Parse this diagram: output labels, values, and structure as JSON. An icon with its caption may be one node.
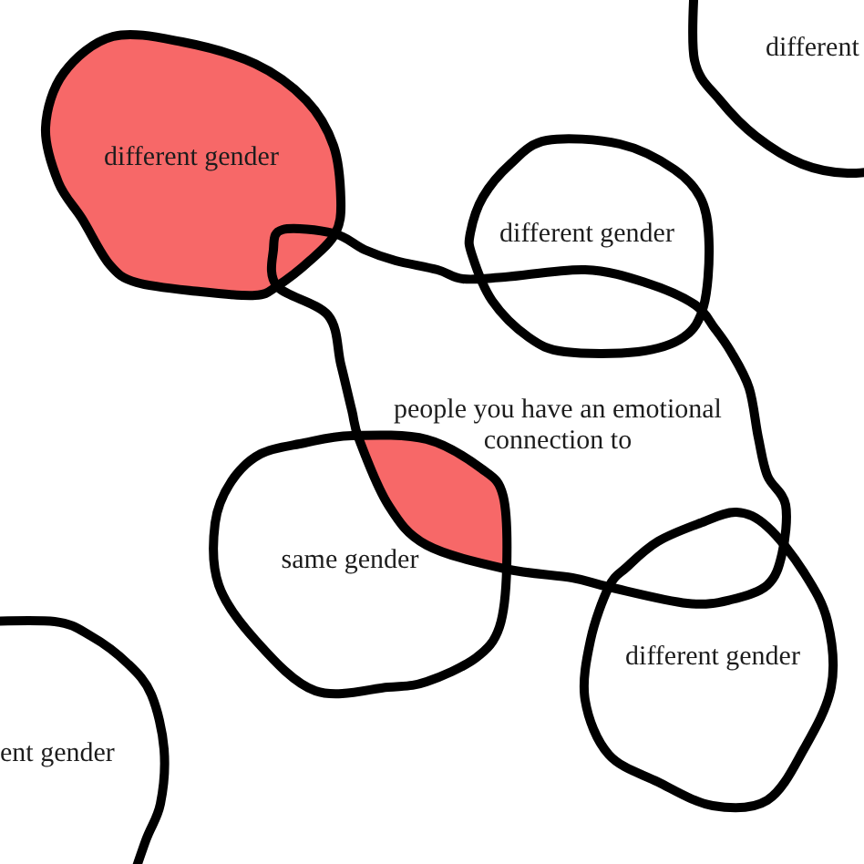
{
  "diagram": {
    "nodes": [
      {
        "text": [
          "different"
        ]
      },
      {
        "text": [
          "different gender"
        ]
      },
      {
        "text": [
          "different gender"
        ]
      },
      {
        "text": [
          "people you have an emotional connection to"
        ]
      },
      {
        "text": [
          "same gender"
        ]
      },
      {
        "text": [
          "different gender"
        ]
      },
      {
        "text": [
          "ent gender"
        ]
      }
    ]
  }
}
